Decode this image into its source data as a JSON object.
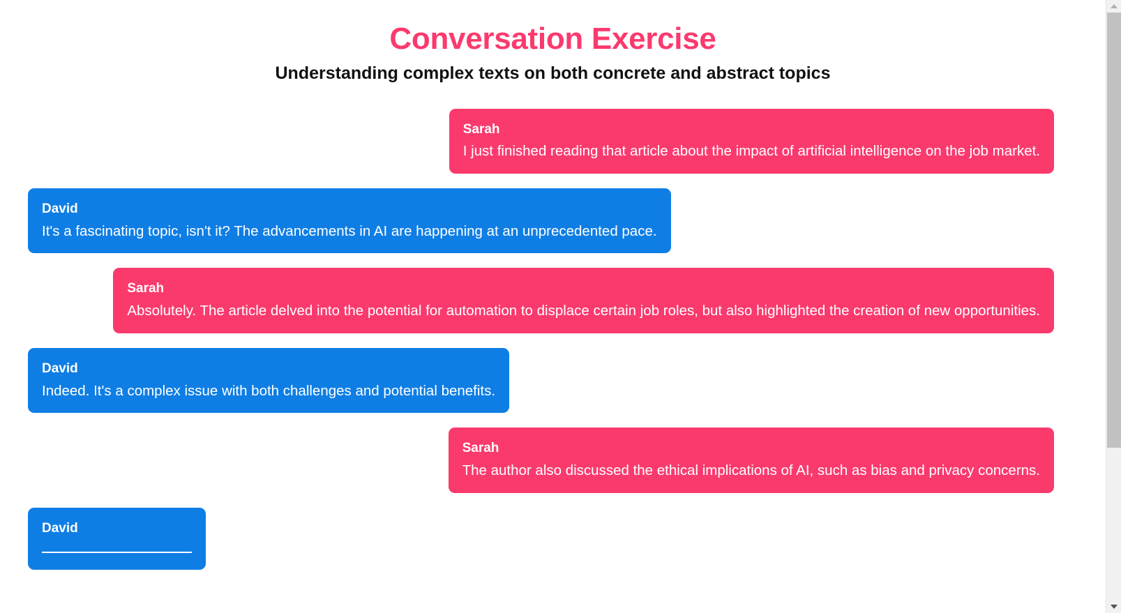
{
  "header": {
    "title": "Conversation Exercise",
    "subtitle": "Understanding complex texts on both concrete and abstract topics",
    "title_color": "#fa3a6d",
    "subtitle_color": "#111111"
  },
  "colors": {
    "sarah_bubble": "#fa3a6d",
    "david_bubble": "#0f7ee4",
    "bubble_text": "#ffffff",
    "page_background": "#ffffff",
    "scrollbar_track": "#f1f1f1",
    "scrollbar_thumb": "#c1c1c1"
  },
  "conversation": [
    {
      "speaker": "Sarah",
      "text": "I just finished reading that article about the impact of artificial intelligence on the job market.",
      "side": "right",
      "style": "sarah",
      "blank": false
    },
    {
      "speaker": "David",
      "text": "It's a fascinating topic, isn't it? The advancements in AI are happening at an unprecedented pace.",
      "side": "left",
      "style": "david",
      "blank": false
    },
    {
      "speaker": "Sarah",
      "text": "Absolutely. The article delved into the potential for automation to displace certain job roles, but also highlighted the creation of new opportunities.",
      "side": "right",
      "style": "sarah",
      "blank": false
    },
    {
      "speaker": "David",
      "text": "Indeed. It's a complex issue with both challenges and potential benefits.",
      "side": "left",
      "style": "david",
      "blank": false
    },
    {
      "speaker": "Sarah",
      "text": "The author also discussed the ethical implications of AI, such as bias and privacy concerns.",
      "side": "right",
      "style": "sarah",
      "blank": false
    },
    {
      "speaker": "David",
      "text": "",
      "side": "left",
      "style": "david",
      "blank": true
    }
  ],
  "scrollbar": {
    "up_arrow": "scroll-up-arrow",
    "down_arrow": "scroll-down-arrow",
    "thumb_top_pct": 2,
    "thumb_height_pct": 71
  }
}
